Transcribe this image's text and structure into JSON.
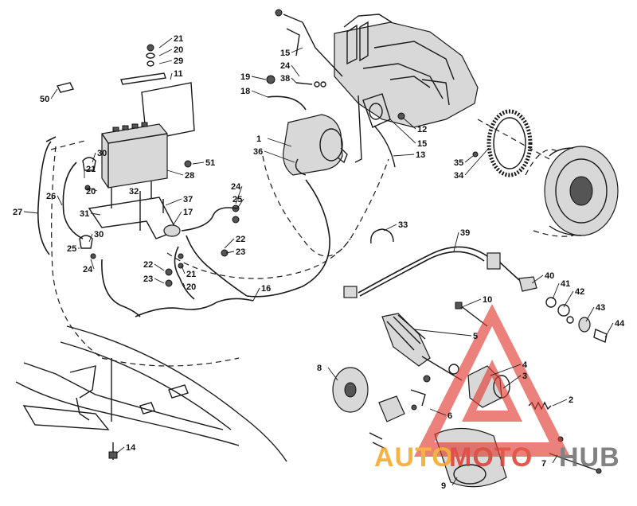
{
  "diagram": {
    "callouts": [
      {
        "id": "c21a",
        "label": "21"
      },
      {
        "id": "c20a",
        "label": "20"
      },
      {
        "id": "c29",
        "label": "29"
      },
      {
        "id": "c11",
        "label": "11"
      },
      {
        "id": "c50",
        "label": "50"
      },
      {
        "id": "c30a",
        "label": "30"
      },
      {
        "id": "c21b",
        "label": "21"
      },
      {
        "id": "c20b",
        "label": "20"
      },
      {
        "id": "c32",
        "label": "32"
      },
      {
        "id": "c37",
        "label": "37"
      },
      {
        "id": "c17",
        "label": "17"
      },
      {
        "id": "c26",
        "label": "26"
      },
      {
        "id": "c31",
        "label": "31"
      },
      {
        "id": "c27",
        "label": "27"
      },
      {
        "id": "c28",
        "label": "28"
      },
      {
        "id": "c51",
        "label": "51"
      },
      {
        "id": "c24a",
        "label": "24"
      },
      {
        "id": "c25a",
        "label": "25"
      },
      {
        "id": "c30b",
        "label": "30"
      },
      {
        "id": "c25b",
        "label": "25"
      },
      {
        "id": "c24b",
        "label": "24"
      },
      {
        "id": "c22a",
        "label": "22"
      },
      {
        "id": "c23a",
        "label": "23"
      },
      {
        "id": "c22b",
        "label": "22"
      },
      {
        "id": "c23b",
        "label": "23"
      },
      {
        "id": "c21c",
        "label": "21"
      },
      {
        "id": "c20c",
        "label": "20"
      },
      {
        "id": "c16",
        "label": "16"
      },
      {
        "id": "c19",
        "label": "19"
      },
      {
        "id": "c18",
        "label": "18"
      },
      {
        "id": "c1",
        "label": "1"
      },
      {
        "id": "c36",
        "label": "36"
      },
      {
        "id": "c15a",
        "label": "15"
      },
      {
        "id": "c24c",
        "label": "24"
      },
      {
        "id": "c38",
        "label": "38"
      },
      {
        "id": "c12",
        "label": "12"
      },
      {
        "id": "c15b",
        "label": "15"
      },
      {
        "id": "c13",
        "label": "13"
      },
      {
        "id": "c35",
        "label": "35"
      },
      {
        "id": "c34",
        "label": "34"
      },
      {
        "id": "c33",
        "label": "33"
      },
      {
        "id": "c39",
        "label": "39"
      },
      {
        "id": "c40",
        "label": "40"
      },
      {
        "id": "c41",
        "label": "41"
      },
      {
        "id": "c42",
        "label": "42"
      },
      {
        "id": "c43",
        "label": "43"
      },
      {
        "id": "c44",
        "label": "44"
      },
      {
        "id": "c10",
        "label": "10"
      },
      {
        "id": "c5",
        "label": "5"
      },
      {
        "id": "c4",
        "label": "4"
      },
      {
        "id": "c3",
        "label": "3"
      },
      {
        "id": "c2",
        "label": "2"
      },
      {
        "id": "c8",
        "label": "8"
      },
      {
        "id": "c6",
        "label": "6"
      },
      {
        "id": "c7",
        "label": "7"
      },
      {
        "id": "c9",
        "label": "9"
      },
      {
        "id": "c14",
        "label": "14"
      }
    ]
  },
  "watermark": {
    "part1": "AUTO",
    "part2": "MOTO",
    "part3": "HUB",
    "color_orange": "#f5a623",
    "color_red": "#e03a2f",
    "color_gray": "#6d6d6d"
  }
}
